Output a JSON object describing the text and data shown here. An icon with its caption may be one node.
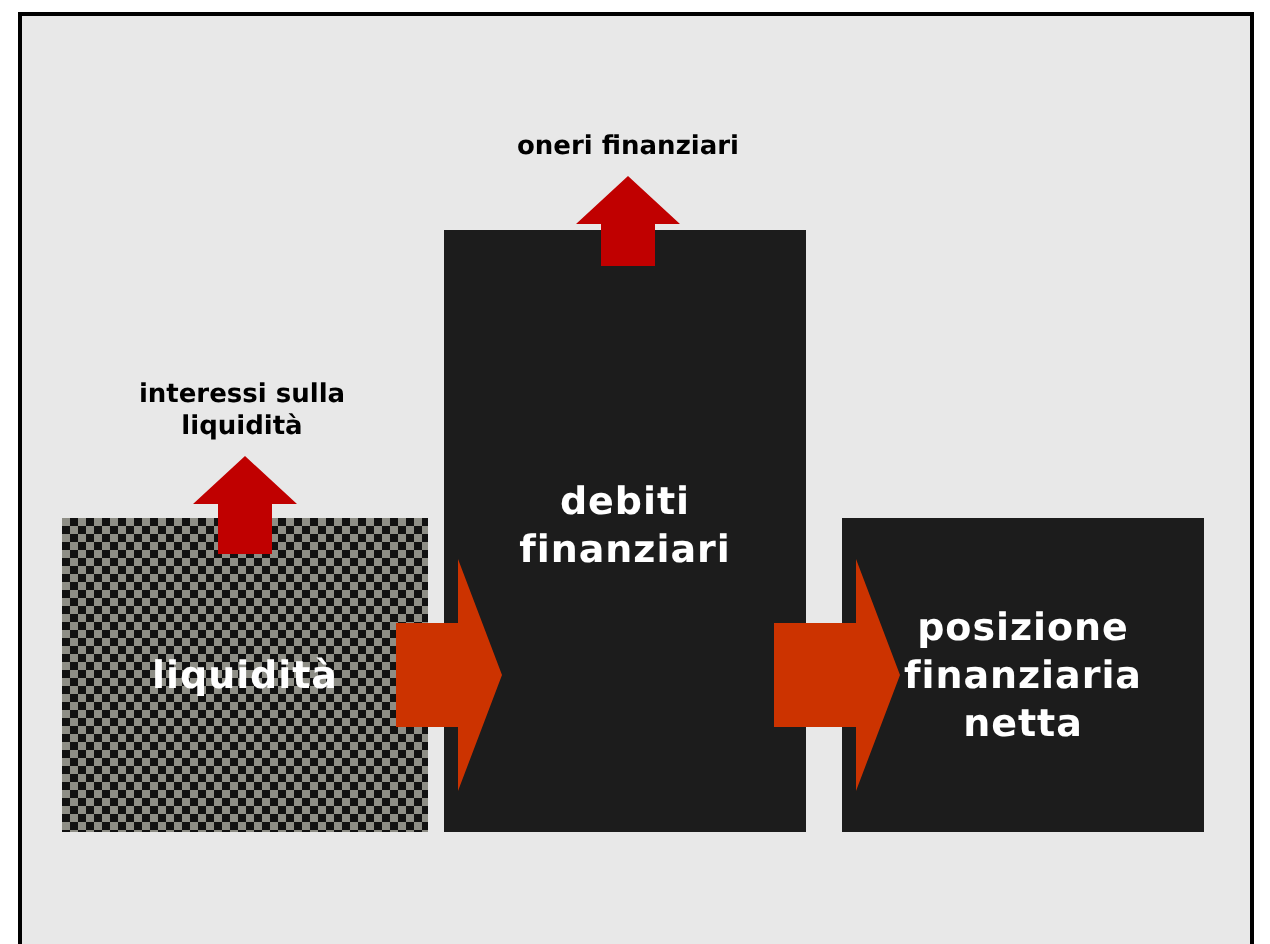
{
  "diagram": {
    "nodes": [
      {
        "text": [
          "liquidità"
        ]
      },
      {
        "text": [
          "debiti finanziari"
        ]
      },
      {
        "text": [
          "posizione finanziaria netta"
        ]
      },
      {
        "text": [
          "interessi sulla liquidità"
        ]
      },
      {
        "text": [
          "oneri finanziari"
        ]
      }
    ],
    "edges": [
      {
        "from": 0,
        "to": 1,
        "arrow": "to",
        "style": "thick",
        "color": "#cc3300"
      },
      {
        "from": 1,
        "to": 2,
        "arrow": "to",
        "style": "thick",
        "color": "#cc3300"
      },
      {
        "from": 0,
        "to": 3,
        "arrow": "to",
        "style": "thick",
        "color": "#c00000"
      },
      {
        "from": 1,
        "to": 4,
        "arrow": "to",
        "style": "thick",
        "color": "#c00000"
      }
    ]
  }
}
